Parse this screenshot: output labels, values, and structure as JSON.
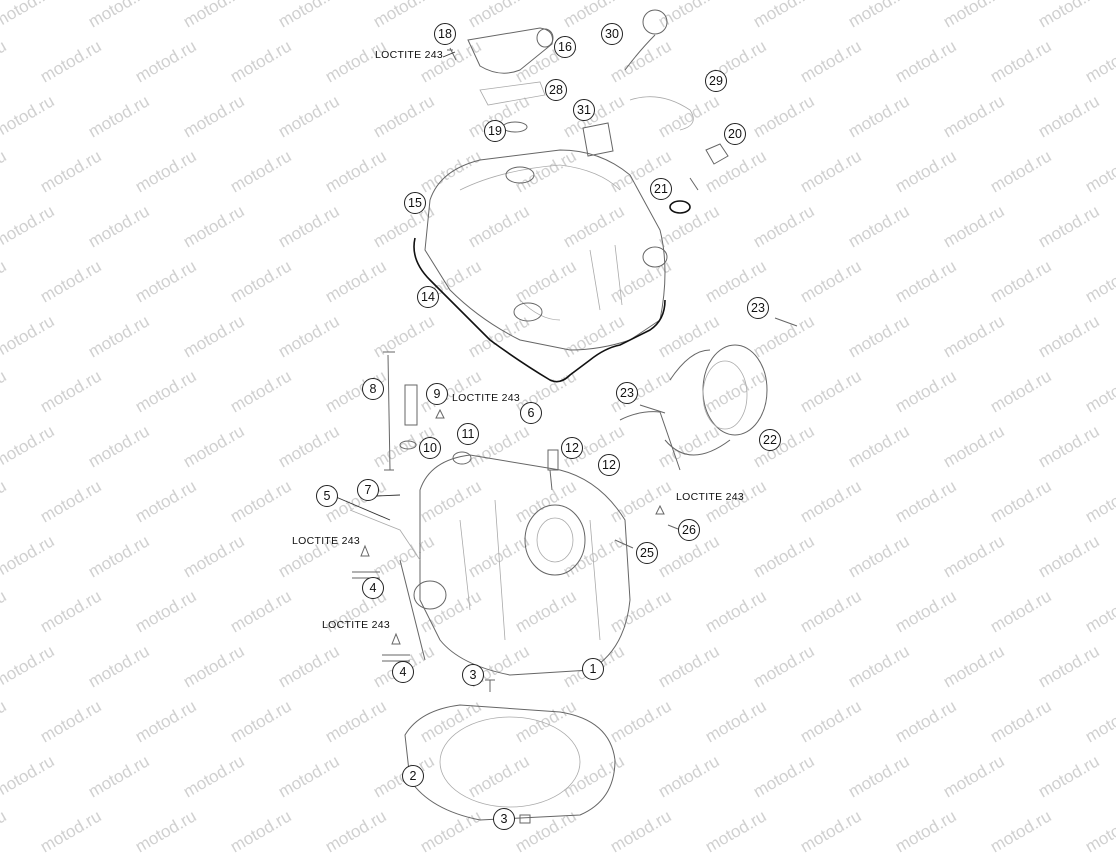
{
  "watermark": "motod.ru",
  "annotation_loctite": "LOCTITE 243",
  "callouts": [
    "1",
    "2",
    "3",
    "3",
    "4",
    "4",
    "5",
    "6",
    "7",
    "8",
    "9",
    "10",
    "11",
    "12",
    "12",
    "14",
    "15",
    "16",
    "18",
    "19",
    "20",
    "21",
    "22",
    "23",
    "23",
    "25",
    "26",
    "28",
    "29",
    "30",
    "31"
  ],
  "colors": {
    "line": "#666666",
    "callout_border": "#222222",
    "watermark": "#d0d0d0",
    "background": "#ffffff"
  }
}
